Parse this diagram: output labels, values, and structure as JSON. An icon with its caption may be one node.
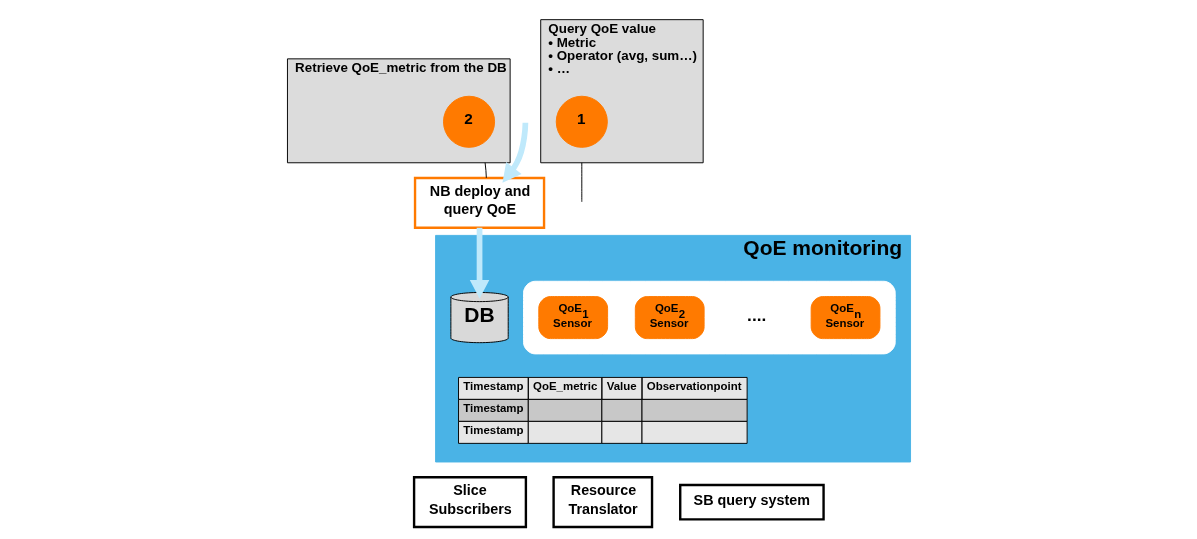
{
  "diagram": {
    "nodes": [
      {
        "text": [
          "QoE monitoring"
        ]
      },
      {
        "text": [],
        "shape": "box",
        "in": 0
      },
      {
        "text": [
          "QoE$_{1}$ Sensor"
        ],
        "in": 1
      },
      {
        "text": [
          "QoE$_{2}$ Sensor"
        ],
        "in": 1
      },
      {
        "text": [
          "QoE$_{n}$ Sensor"
        ],
        "in": 1
      },
      {
        "text": [
          "NB deploy and query QoE"
        ]
      },
      {
        "text": [
          "DB"
        ],
        "in": 0
      },
      {
        "text": [
          "Query QoE value",
          "• Metric",
          "• Operator (avg, sum…)",
          "• …"
        ]
      },
      {
        "text": [
          "1"
        ],
        "in": 7
      },
      {
        "text": [
          "Retrieve QoE_metric from the DB"
        ]
      },
      {
        "text": [
          "2"
        ],
        "in": 9
      },
      {
        "text": [
          "Slice Subscribers"
        ]
      },
      {
        "text": [
          "Resource Translator"
        ]
      },
      {
        "text": [
          "SB query system"
        ]
      }
    ],
    "edges": [
      {
        "from": null,
        "to": 5,
        "arrow": "to",
        "style": "thick",
        "color": "#bfe9fb"
      },
      {
        "from": 5,
        "to": 6,
        "arrow": "to",
        "style": "thick",
        "color": "#bfe9fb"
      },
      {
        "from": 7,
        "to": null,
        "arrow": "none",
        "color": "#000000"
      },
      {
        "from": 9,
        "to": 5,
        "arrow": "none",
        "color": "#000000"
      }
    ],
    "labels": [
      "....",
      "Timestamp",
      "QoE_metric",
      "Value",
      "Observationpoint",
      "Timestamp",
      "Timestamp"
    ]
  }
}
